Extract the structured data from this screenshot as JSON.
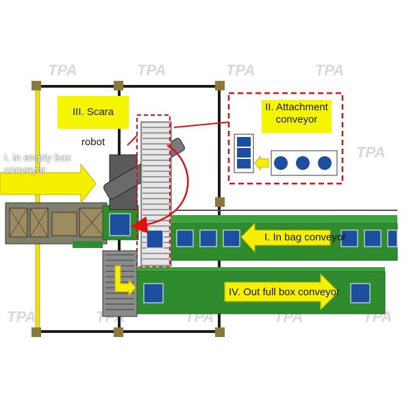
{
  "labels": {
    "scara_robot": "III. Scara robot",
    "attachment_line1": "II. Attachment",
    "attachment_line2": "conveyor",
    "empty_box_line1": "I. in empty box",
    "empty_box_line2": "conveyor",
    "in_bag": "I. In bag conveyor",
    "out_full_box": "IV. Out full box conveyor"
  },
  "watermark": "TPA",
  "colors": {
    "frame_yellow": "#f2e600",
    "frame_black": "#1a1a1a",
    "conveyor_green": "#2e8b2e",
    "conveyor_dark": "#1f5e1f",
    "robot_gray": "#5a5a5a",
    "dashed_red": "#e01010",
    "arrow_yellow": "#f5f000",
    "label_yellow": "#f5f500",
    "bag_blue": "#1d4fa0",
    "box_tan": "#8b7d5a"
  }
}
